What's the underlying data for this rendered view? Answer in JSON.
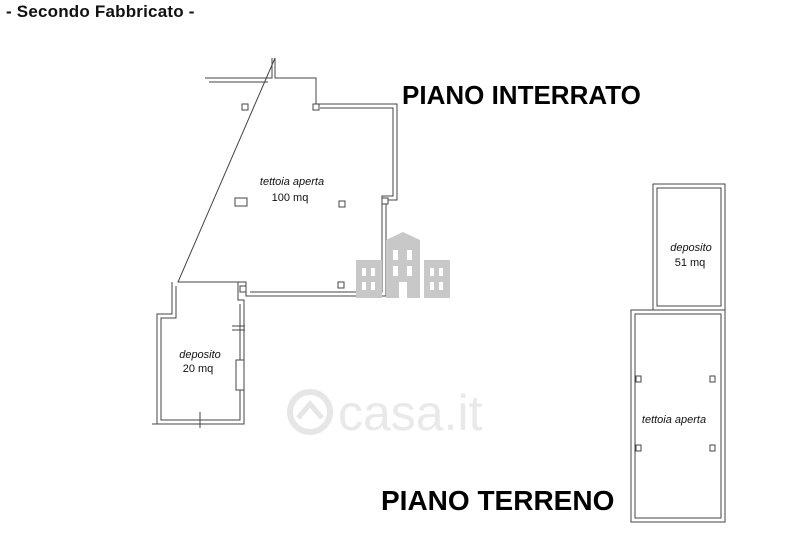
{
  "header": {
    "title": "- Secondo Fabbricato -"
  },
  "sections": {
    "basement": {
      "title": "PIANO INTERRATO"
    },
    "ground": {
      "title": "PIANO TERRENO"
    }
  },
  "rooms": {
    "tettoia_basement": {
      "name": "tettoia aperta",
      "area": "100 mq"
    },
    "deposito_basement": {
      "name": "deposito",
      "area": "20 mq"
    },
    "deposito_ground": {
      "name": "deposito",
      "area": "51 mq"
    },
    "tettoia_ground": {
      "name": "tettoia aperta"
    }
  },
  "watermark": {
    "text": "casa.it"
  },
  "colors": {
    "wall": "#444444",
    "text": "#000000",
    "watermark": "#e9e9e9",
    "logo": "#c8c8c8"
  }
}
